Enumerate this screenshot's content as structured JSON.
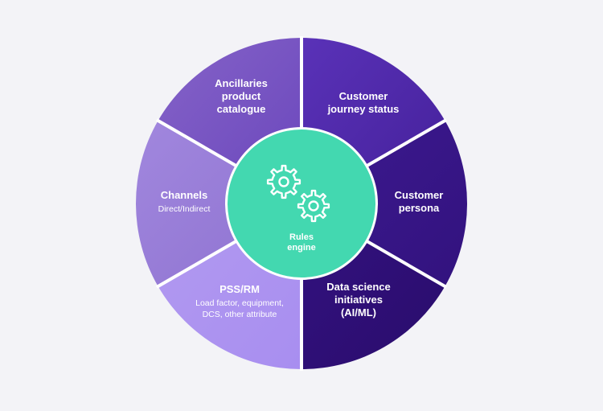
{
  "diagram": {
    "segments": [
      {
        "id": "customer-journey-status",
        "title_lines": [
          "Customer",
          "journey status"
        ],
        "sub_lines": [],
        "color_start": "#5a32b8",
        "color_end": "#44209a"
      },
      {
        "id": "customer-persona",
        "title_lines": [
          "Customer",
          "persona"
        ],
        "sub_lines": [],
        "color_start": "#3d1a90",
        "color_end": "#32127e"
      },
      {
        "id": "data-science-initiatives",
        "title_lines": [
          "Data science",
          "initiatives",
          "(AI/ML)"
        ],
        "sub_lines": [],
        "color_start": "#331280",
        "color_end": "#2a0c6c"
      },
      {
        "id": "pss-rm",
        "title_lines": [
          "PSS/RM"
        ],
        "sub_lines": [
          "Load factor, equipment,",
          "DCS, other attribute"
        ],
        "color_start": "#b29af0",
        "color_end": "#a88ef0"
      },
      {
        "id": "channels",
        "title_lines": [
          "Channels"
        ],
        "sub_lines": [
          "Direct/Indirect"
        ],
        "color_start": "#a187de",
        "color_end": "#8e72d0"
      },
      {
        "id": "ancillaries-product-catalogue",
        "title_lines": [
          "Ancillaries",
          "product",
          "catalogue"
        ],
        "sub_lines": [],
        "color_start": "#8563c8",
        "color_end": "#6a46bc"
      }
    ],
    "center": {
      "label_lines": [
        "Rules",
        "engine"
      ],
      "icon": "gears-icon",
      "color": "#43d8b0"
    },
    "separator_color": "#ffffff",
    "background": "#f3f3f7"
  }
}
